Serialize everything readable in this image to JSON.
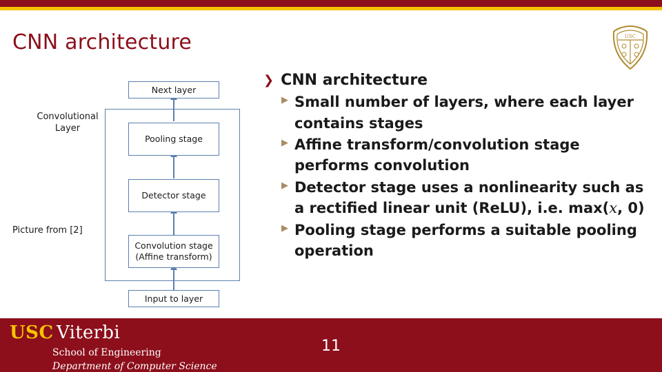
{
  "slide": {
    "title": "CNN architecture",
    "page_number": "11",
    "accent_maroon": "#8c0f1b",
    "accent_gold": "#f5c400",
    "diagram_stroke": "#5b7fae"
  },
  "diagram": {
    "left_label": "Convolutional\nLayer",
    "left_label_line1": "Convolutional",
    "left_label_line2": "Layer",
    "picture_credit": "Picture from [2]",
    "boxes": [
      {
        "id": "next-layer",
        "label": "Next layer"
      },
      {
        "id": "pooling-stage",
        "label": "Pooling stage"
      },
      {
        "id": "detector-stage",
        "label": "Detector stage"
      },
      {
        "id": "convolution-stage-line1",
        "label": "Convolution stage"
      },
      {
        "id": "convolution-stage-line2",
        "label": "(Affine transform)"
      },
      {
        "id": "input-to-layer",
        "label": "Input to layer"
      }
    ]
  },
  "bullets": {
    "heading": "CNN architecture",
    "heading_marker": "❯",
    "sub_marker": "▶",
    "items": [
      "Small number of layers, where each layer contains stages",
      "Affine transform/convolution stage performs convolution",
      "Detector stage uses a nonlinearity such as a rectified linear unit (ReLU), i.e. max(x, 0)",
      "Pooling stage performs a suitable pooling operation"
    ],
    "item3_prefix": "Detector stage uses a nonlinearity such as a rectified linear unit (ReLU), i.e. max(",
    "item3_var": "x",
    "item3_suffix": ", 0)"
  },
  "footer": {
    "usc": "USC",
    "viterbi": "Viterbi",
    "school": "School of Engineering",
    "department": "Department of Computer Science"
  }
}
